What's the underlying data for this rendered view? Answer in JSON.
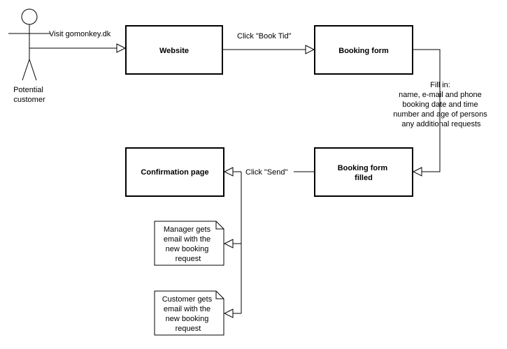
{
  "actor": {
    "label_line1": "Potential",
    "label_line2": "customer"
  },
  "nodes": {
    "website": "Website",
    "booking_form": "Booking form",
    "booking_form_filled_line1": "Booking form",
    "booking_form_filled_line2": "filled",
    "confirmation_page": "Confirmation page"
  },
  "notes": {
    "manager": [
      "Manager gets",
      "email with the",
      "new booking",
      "request"
    ],
    "customer": [
      "Customer gets",
      "email with the",
      "new booking",
      "request"
    ]
  },
  "edges": {
    "visit": "Visit gomonkey.dk",
    "click_book": "Click \"Book Tid\"",
    "click_send": "Click \"Send\"",
    "fill_in": [
      "Fill in:",
      "name, e-mail and phone",
      "booking date and time",
      "number and age of persons",
      "any additional requests"
    ]
  }
}
